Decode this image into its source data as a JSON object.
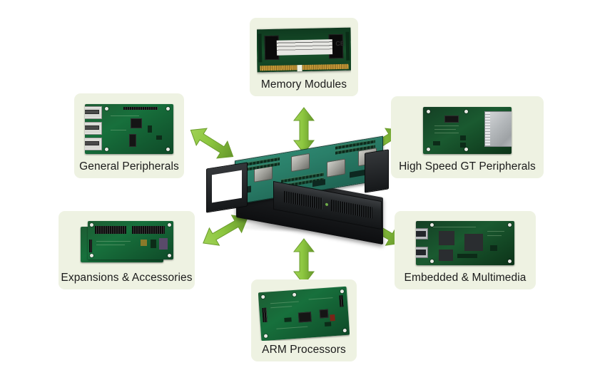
{
  "diagram": {
    "title": "Hardware Ecosystem Hub and Spoke Diagram",
    "background_color": "#ffffff",
    "card_background_color": "#eef2e2",
    "arrow_color": "#8cc63f",
    "arrow_color_dark": "#6fa32e",
    "label_color": "#1b1b1b"
  },
  "hub": {
    "name": "server-chassis",
    "description": "1U rack mount server chassis with open lid exposing multi-socket motherboards"
  },
  "categories": [
    {
      "id": "memory",
      "label": "Memory Modules",
      "art": "so-dimm-memory-module",
      "position": "top"
    },
    {
      "id": "general",
      "label": "General Peripherals",
      "art": "pcb-with-rj45-ports",
      "position": "upper-left"
    },
    {
      "id": "highspeed",
      "label": "High Speed GT Peripherals",
      "art": "pcb-with-shielded-connector",
      "position": "upper-right"
    },
    {
      "id": "expansions",
      "label": "Expansions & Accessories",
      "art": "stacked-pcb-with-headers",
      "position": "lower-left"
    },
    {
      "id": "embedded",
      "label": "Embedded & Multimedia",
      "art": "pcb-with-hdmi-ports",
      "position": "lower-right"
    },
    {
      "id": "arm",
      "label": "ARM Processors",
      "art": "arm-processor-board",
      "position": "bottom"
    }
  ],
  "connectors": [
    {
      "id": "arrow-top",
      "name": "arrow-memory",
      "direction": "vertical",
      "style": "double-headed"
    },
    {
      "id": "arrow-bottom",
      "name": "arrow-arm",
      "direction": "vertical",
      "style": "double-headed"
    },
    {
      "id": "arrow-ul",
      "name": "arrow-general",
      "direction": "nw-se",
      "style": "double-headed"
    },
    {
      "id": "arrow-ur",
      "name": "arrow-highspeed",
      "direction": "ne-sw",
      "style": "double-headed"
    },
    {
      "id": "arrow-ll",
      "name": "arrow-expansions",
      "direction": "sw-ne",
      "style": "double-headed"
    },
    {
      "id": "arrow-lr",
      "name": "arrow-embedded",
      "direction": "se-nw",
      "style": "double-headed"
    }
  ]
}
